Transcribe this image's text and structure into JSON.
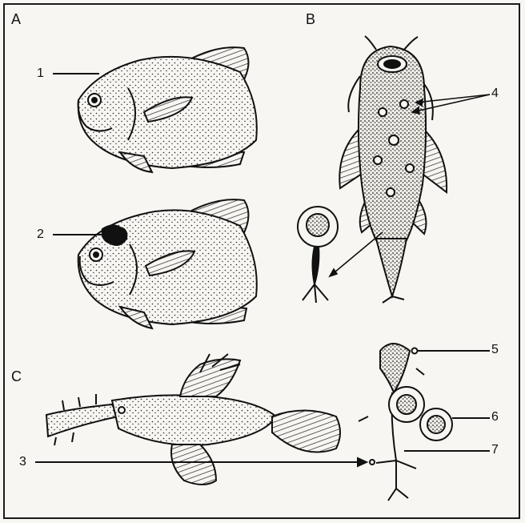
{
  "panels": {
    "a": "A",
    "b": "B",
    "c": "C"
  },
  "callouts": {
    "n1": "1",
    "n2": "2",
    "n3": "3",
    "n4": "4",
    "n5": "5",
    "n6": "6",
    "n7": "7"
  },
  "colors": {
    "ink": "#111111",
    "paper": "#f7f6f2"
  }
}
